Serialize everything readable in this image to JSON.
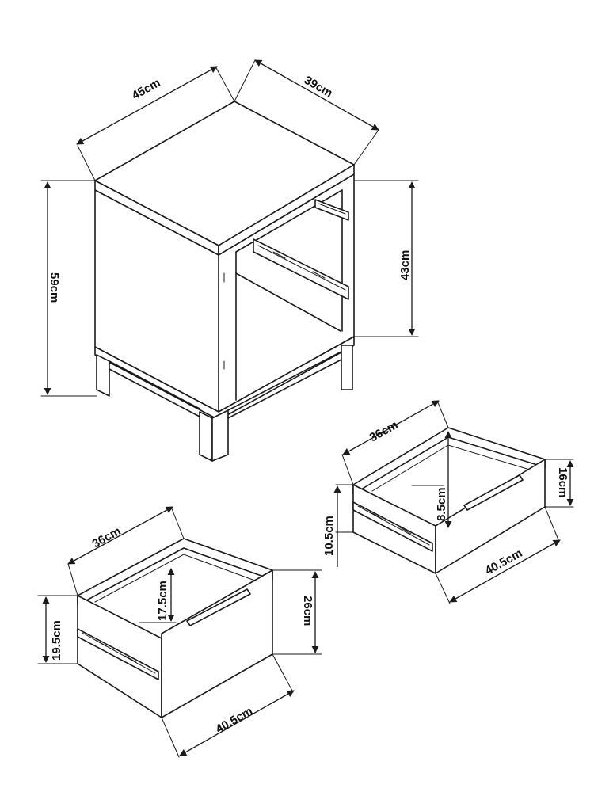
{
  "nightstand": {
    "width": "45cm",
    "depth": "39cm",
    "height": "59cm",
    "drawer_section_height": "43cm"
  },
  "drawer_large": {
    "width": "36cm",
    "depth": "40.5cm",
    "front_height": "26cm",
    "side_height": "19.5cm",
    "inner_height": "17.5cm"
  },
  "drawer_small": {
    "width": "36cm",
    "depth": "40.5cm",
    "front_height": "16cm",
    "side_height": "10.5cm",
    "inner_height": "8.5cm"
  },
  "colors": {
    "line": "#1a1a1a",
    "background": "#ffffff"
  }
}
